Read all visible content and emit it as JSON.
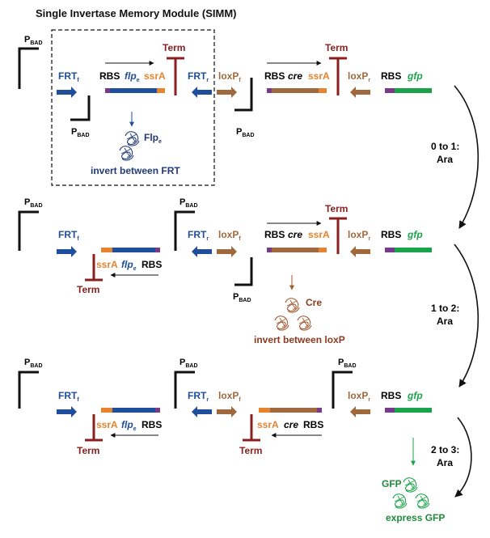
{
  "title": "Single Invertase Memory Module (SIMM)",
  "labels": {
    "p": "P",
    "bad": "BAD",
    "frt": "FRT",
    "f": "f",
    "r": "r",
    "loxp": "loxP",
    "rbs": "RBS",
    "flp": "flp",
    "e": "e",
    "ssra": "ssrA",
    "term": "Term",
    "cre": "cre",
    "gfp": "gfp",
    "flp_protein": "Flp",
    "cre_protein": "Cre",
    "gfp_protein": "GFP",
    "invert_frt": "invert between FRT",
    "invert_loxp": "invert between loxP",
    "express_gfp": "express GFP"
  },
  "transitions": [
    {
      "step": "0 to 1:",
      "inducer": "Ara"
    },
    {
      "step": "1 to 2:",
      "inducer": "Ara"
    },
    {
      "step": "2 to 3:",
      "inducer": "Ara"
    }
  ],
  "colors": {
    "frt": "#1f4e9c",
    "flp_protein": "#233a78",
    "loxp": "#a0683d",
    "cre_body": "#a06a40",
    "rbs": "#7a3a8a",
    "ssra": "#e6832e",
    "term": "#8b1f1f",
    "gfp": "#1aa34a",
    "gfp_text": "#1f8a3a",
    "cre_arrow": "#a05a30",
    "text": "#111111"
  }
}
